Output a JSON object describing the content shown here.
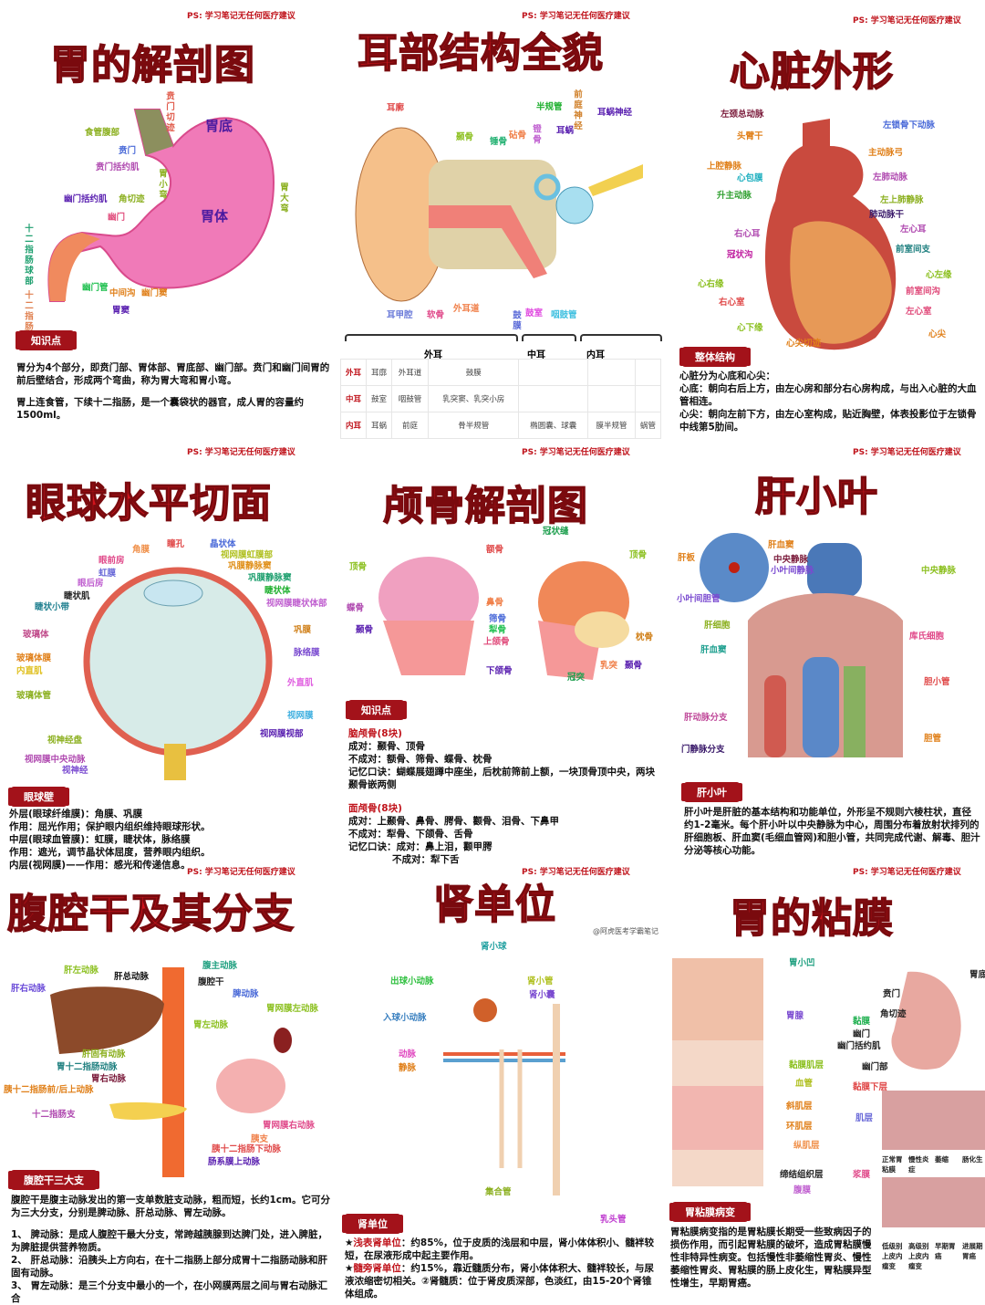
{
  "ps_note": "PS: 学习笔记无任何医疗建议",
  "credit": "@阿虎医考学霸笔记",
  "colors": {
    "title": "#d3141d",
    "badge": "#a3121a"
  },
  "panels": [
    {
      "title": "胃的解剖图",
      "badge": "知识点",
      "paragraphs": [
        "胃分为4个部分，即贲门部、胃体部、胃底部、幽门部。贲门和幽门间胃的前后壁结合，形成两个弯曲，称为胃大弯和胃小弯。",
        "胃上连食管，下续十二指肠，是一个囊袋状的器官，成人胃的容量约1500ml。"
      ],
      "labels": [
        "贲门切迹",
        "食管腹部",
        "贲门",
        "贲门括约肌",
        "胃底",
        "胃小弯",
        "幽门括约肌",
        "角切迹",
        "幽门",
        "胃体",
        "胃大弯",
        "十二指肠球部",
        "幽门管",
        "中间沟",
        "幽门窦",
        "十二指肠",
        "胃窦"
      ]
    },
    {
      "title": "耳部结构全貌",
      "labels": [
        "耳廓",
        "颞骨",
        "锤骨",
        "砧骨",
        "镫骨",
        "半规管",
        "前庭神经",
        "耳蜗神经",
        "耳蜗",
        "耳甲腔",
        "软骨",
        "外耳道",
        "鼓膜",
        "鼓室",
        "咽鼓管"
      ],
      "sections": [
        "外耳",
        "中耳",
        "内耳"
      ],
      "table": [
        [
          "外耳",
          "耳廓",
          "外耳道",
          "鼓膜",
          "",
          "",
          ""
        ],
        [
          "中耳",
          "鼓室",
          "咽鼓管",
          "乳突窦、乳突小房",
          "",
          "",
          ""
        ],
        [
          "内耳",
          "耳蜗",
          "前庭",
          "骨半规管",
          "椭圆囊、球囊",
          "膜半规管",
          "蜗管"
        ]
      ]
    },
    {
      "title": "心脏外形",
      "badge": "整体结构",
      "paragraphs": [
        "心脏分为心底和心尖：",
        "心底：朝向右后上方，由左心房和部分右心房构成，与出入心脏的大血管相连。",
        "心尖：朝向左前下方，由左心室构成，贴近胸壁，体表投影位于左锁骨中线第5肋间。"
      ],
      "labels": [
        "左颈总动脉",
        "头臂干",
        "左锁骨下动脉",
        "主动脉弓",
        "上腔静脉",
        "心包膜",
        "左肺动脉",
        "升主动脉",
        "左上肺静脉",
        "肺动脉干",
        "右心耳",
        "左心耳",
        "冠状沟",
        "前室间支",
        "心右缘",
        "心左缘",
        "右心室",
        "前室间沟",
        "左心室",
        "心下缘",
        "心尖",
        "心尖切迹"
      ]
    },
    {
      "title": "眼球水平切面",
      "badge": "眼球壁",
      "paragraphs": [
        "外层(眼球纤维膜)：角膜、巩膜",
        "作用：屈光作用；保护眼内组织维持眼球形状。",
        "中层(眼球血管膜)：虹膜，睫状体，脉络膜",
        "作用：遮光，调节晶状体屈度，营养眼内组织。",
        "内层(视网膜)——作用：感光和传递信息。"
      ],
      "labels": [
        "角膜",
        "瞳孔",
        "晶状体",
        "眼前房",
        "视网膜虹膜部",
        "虹膜",
        "巩膜静脉窦",
        "眼后房",
        "巩膜静脉窦",
        "睫状肌",
        "睫状体",
        "睫状小带",
        "视网膜睫状体部",
        "玻璃体",
        "巩膜",
        "玻璃体膜",
        "脉络膜",
        "内直肌",
        "外直肌",
        "玻璃体管",
        "视网膜",
        "视神经盘",
        "视网膜视部",
        "视网膜中央动脉",
        "视神经"
      ]
    },
    {
      "title": "颅骨解剖图",
      "badge": "知识点",
      "groups": [
        {
          "heading": "脑颅骨(8块)",
          "lines": [
            "成对：颞骨、顶骨",
            "不成对：额骨、筛骨、蝶骨、枕骨",
            "记忆口诀：蝴蝶展翅蹲中座坐，后枕前筛前上额，一块顶骨顶中央，两块颞骨嵌两侧"
          ]
        },
        {
          "heading": "面颅骨(8块)",
          "lines": [
            "成对：上颞骨、鼻骨、腭骨、颧骨、泪骨、下鼻甲",
            "不成对：犁骨、下颌骨、舌骨",
            "记忆口诀：成对：鼻上泪，颧甲腭",
            "不成对：犁下舌"
          ]
        }
      ],
      "labels": [
        "冠状缝",
        "额骨",
        "顶骨",
        "顶骨",
        "蝶骨",
        "鼻骨",
        "颞骨",
        "筛骨",
        "犁骨",
        "上颌骨",
        "枕骨",
        "乳突",
        "颞骨",
        "下颌骨",
        "冠突"
      ]
    },
    {
      "title": "肝小叶",
      "badge": "肝小叶",
      "paragraphs": [
        "肝小叶是肝脏的基本结构和功能单位，外形呈不规则六棱柱状，直径约1-2毫米。每个肝小叶以中央静脉为中心，周围分布着放射状排列的肝细胞板、肝血窦(毛细血管网)和胆小管，共同完成代谢、解毒、胆汁分泌等核心功能。"
      ],
      "labels": [
        "肝板",
        "肝血窦",
        "中央静脉",
        "小叶间静脉",
        "小叶间胆管",
        "中央静脉",
        "肝细胞",
        "库氏细胞",
        "肝血窦",
        "胆小管",
        "肝动脉分支",
        "胆管",
        "门静脉分支"
      ]
    },
    {
      "title": "腹腔干及其分支",
      "badge": "腹腔干三大支",
      "paragraphs": [
        "腹腔干是腹主动脉发出的第一支单数脏支动脉，粗而短，长约1cm。它可分为三大分支，分别是脾动脉、肝总动脉、胃左动脉。",
        "",
        "1、 脾动脉：是成人腹腔干最大分支，常跨越胰腺到达脾门处，进入脾脏，为脾脏提供营养物质。",
        "2、 肝总动脉：沿胰头上方向右，在十二指肠上部分成胃十二指肠动脉和肝固有动脉。",
        "3、 胃左动脉：是三个分支中最小的一个，在小网膜两层之间与胃右动脉汇合"
      ],
      "labels": [
        "腹主动脉",
        "肝左动脉",
        "肝总动脉",
        "肝右动脉",
        "腹腔干",
        "脾动脉",
        "胃网膜左动脉",
        "胃左动脉",
        "肝固有动脉",
        "胃十二指肠动脉",
        "胃右动脉",
        "胰十二指肠前/后上动脉",
        "十二指肠支",
        "胃网膜右动脉",
        "胰支",
        "胰十二指肠下动脉",
        "肠系膜上动脉"
      ]
    },
    {
      "title": "肾单位",
      "badge": "肾单位",
      "items": [
        {
          "star": "★",
          "term": "浅表肾单位",
          "text": "：约85%，位于皮质的浅层和中层，肾小体体积小、髓袢较短，在尿液形成中起主要作用。"
        },
        {
          "star": "★",
          "term": "髓旁肾单位",
          "text": "：约15%，靠近髓质分布，肾小体体积大、髓袢较长，与尿液浓缩密切相关。②肾髓质：位于肾皮质深部，色淡红，由15-20个肾锥体组成。"
        }
      ],
      "labels": [
        "肾小球",
        "出球小动脉",
        "肾小管",
        "肾小囊",
        "入球小动脉",
        "动脉",
        "静脉",
        "集合管",
        "乳头管"
      ]
    },
    {
      "title": "胃的粘膜",
      "badge": "胃粘膜病变",
      "paragraphs": [
        "胃粘膜病变指的是胃粘膜长期受一些致病因子的损伤作用，而引起胃粘膜的破坏，造成胃粘膜慢性非特异性病变。包括慢性非萎缩性胃炎、慢性萎缩性胃炎、胃粘膜的肠上皮化生，胃粘膜异型性增生，早期胃癌。"
      ],
      "labels": [
        "胃小凹",
        "胃腺",
        "黏膜",
        "贲门",
        "角切迹",
        "幽门",
        "幽门括约肌",
        "胃底",
        "幽门部",
        "黏膜肌层",
        "血管",
        "黏膜下层",
        "斜肌层",
        "肌层",
        "环肌层",
        "纵肌层",
        "缔结组织层",
        "浆膜",
        "腹膜"
      ],
      "stages_top": [
        "正常胃粘膜",
        "慢性炎症",
        "萎缩",
        "肠化生"
      ],
      "stages_bottom": [
        "低级别上皮内瘤变",
        "高级别上皮内瘤变",
        "早期胃癌",
        "进展期胃癌"
      ]
    }
  ]
}
